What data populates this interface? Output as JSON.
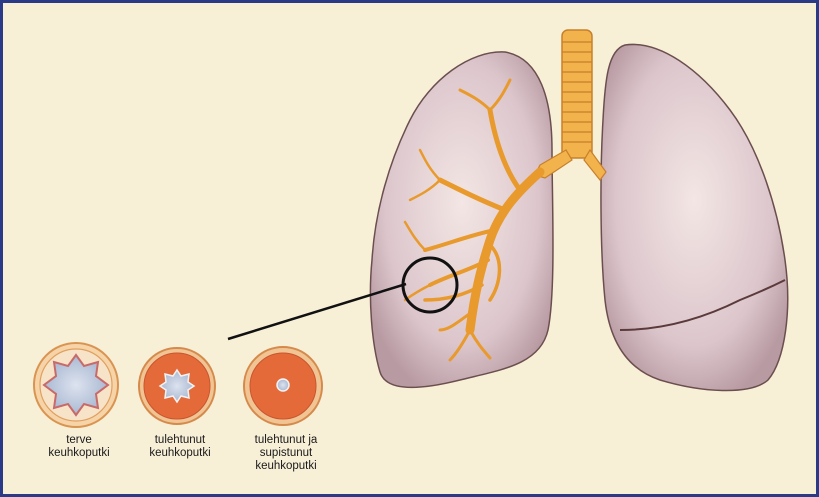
{
  "diagram": {
    "colors": {
      "frame_border": "#2a3a86",
      "background": "#f8efd7",
      "lung_tissue": "#dcc6cc",
      "airway": "#f0a43a",
      "airway_wall": "#e26a3a",
      "lumen": "#b9c4dc"
    },
    "cross_sections": [
      {
        "id": "healthy",
        "label": "terve\nkeuhkoputki"
      },
      {
        "id": "inflamed",
        "label": "tulehtunut\nkeuhkoputki"
      },
      {
        "id": "inflamed_constricted",
        "label": "tulehtunut  ja\nsupistunut\nkeuhkoputki"
      }
    ]
  }
}
